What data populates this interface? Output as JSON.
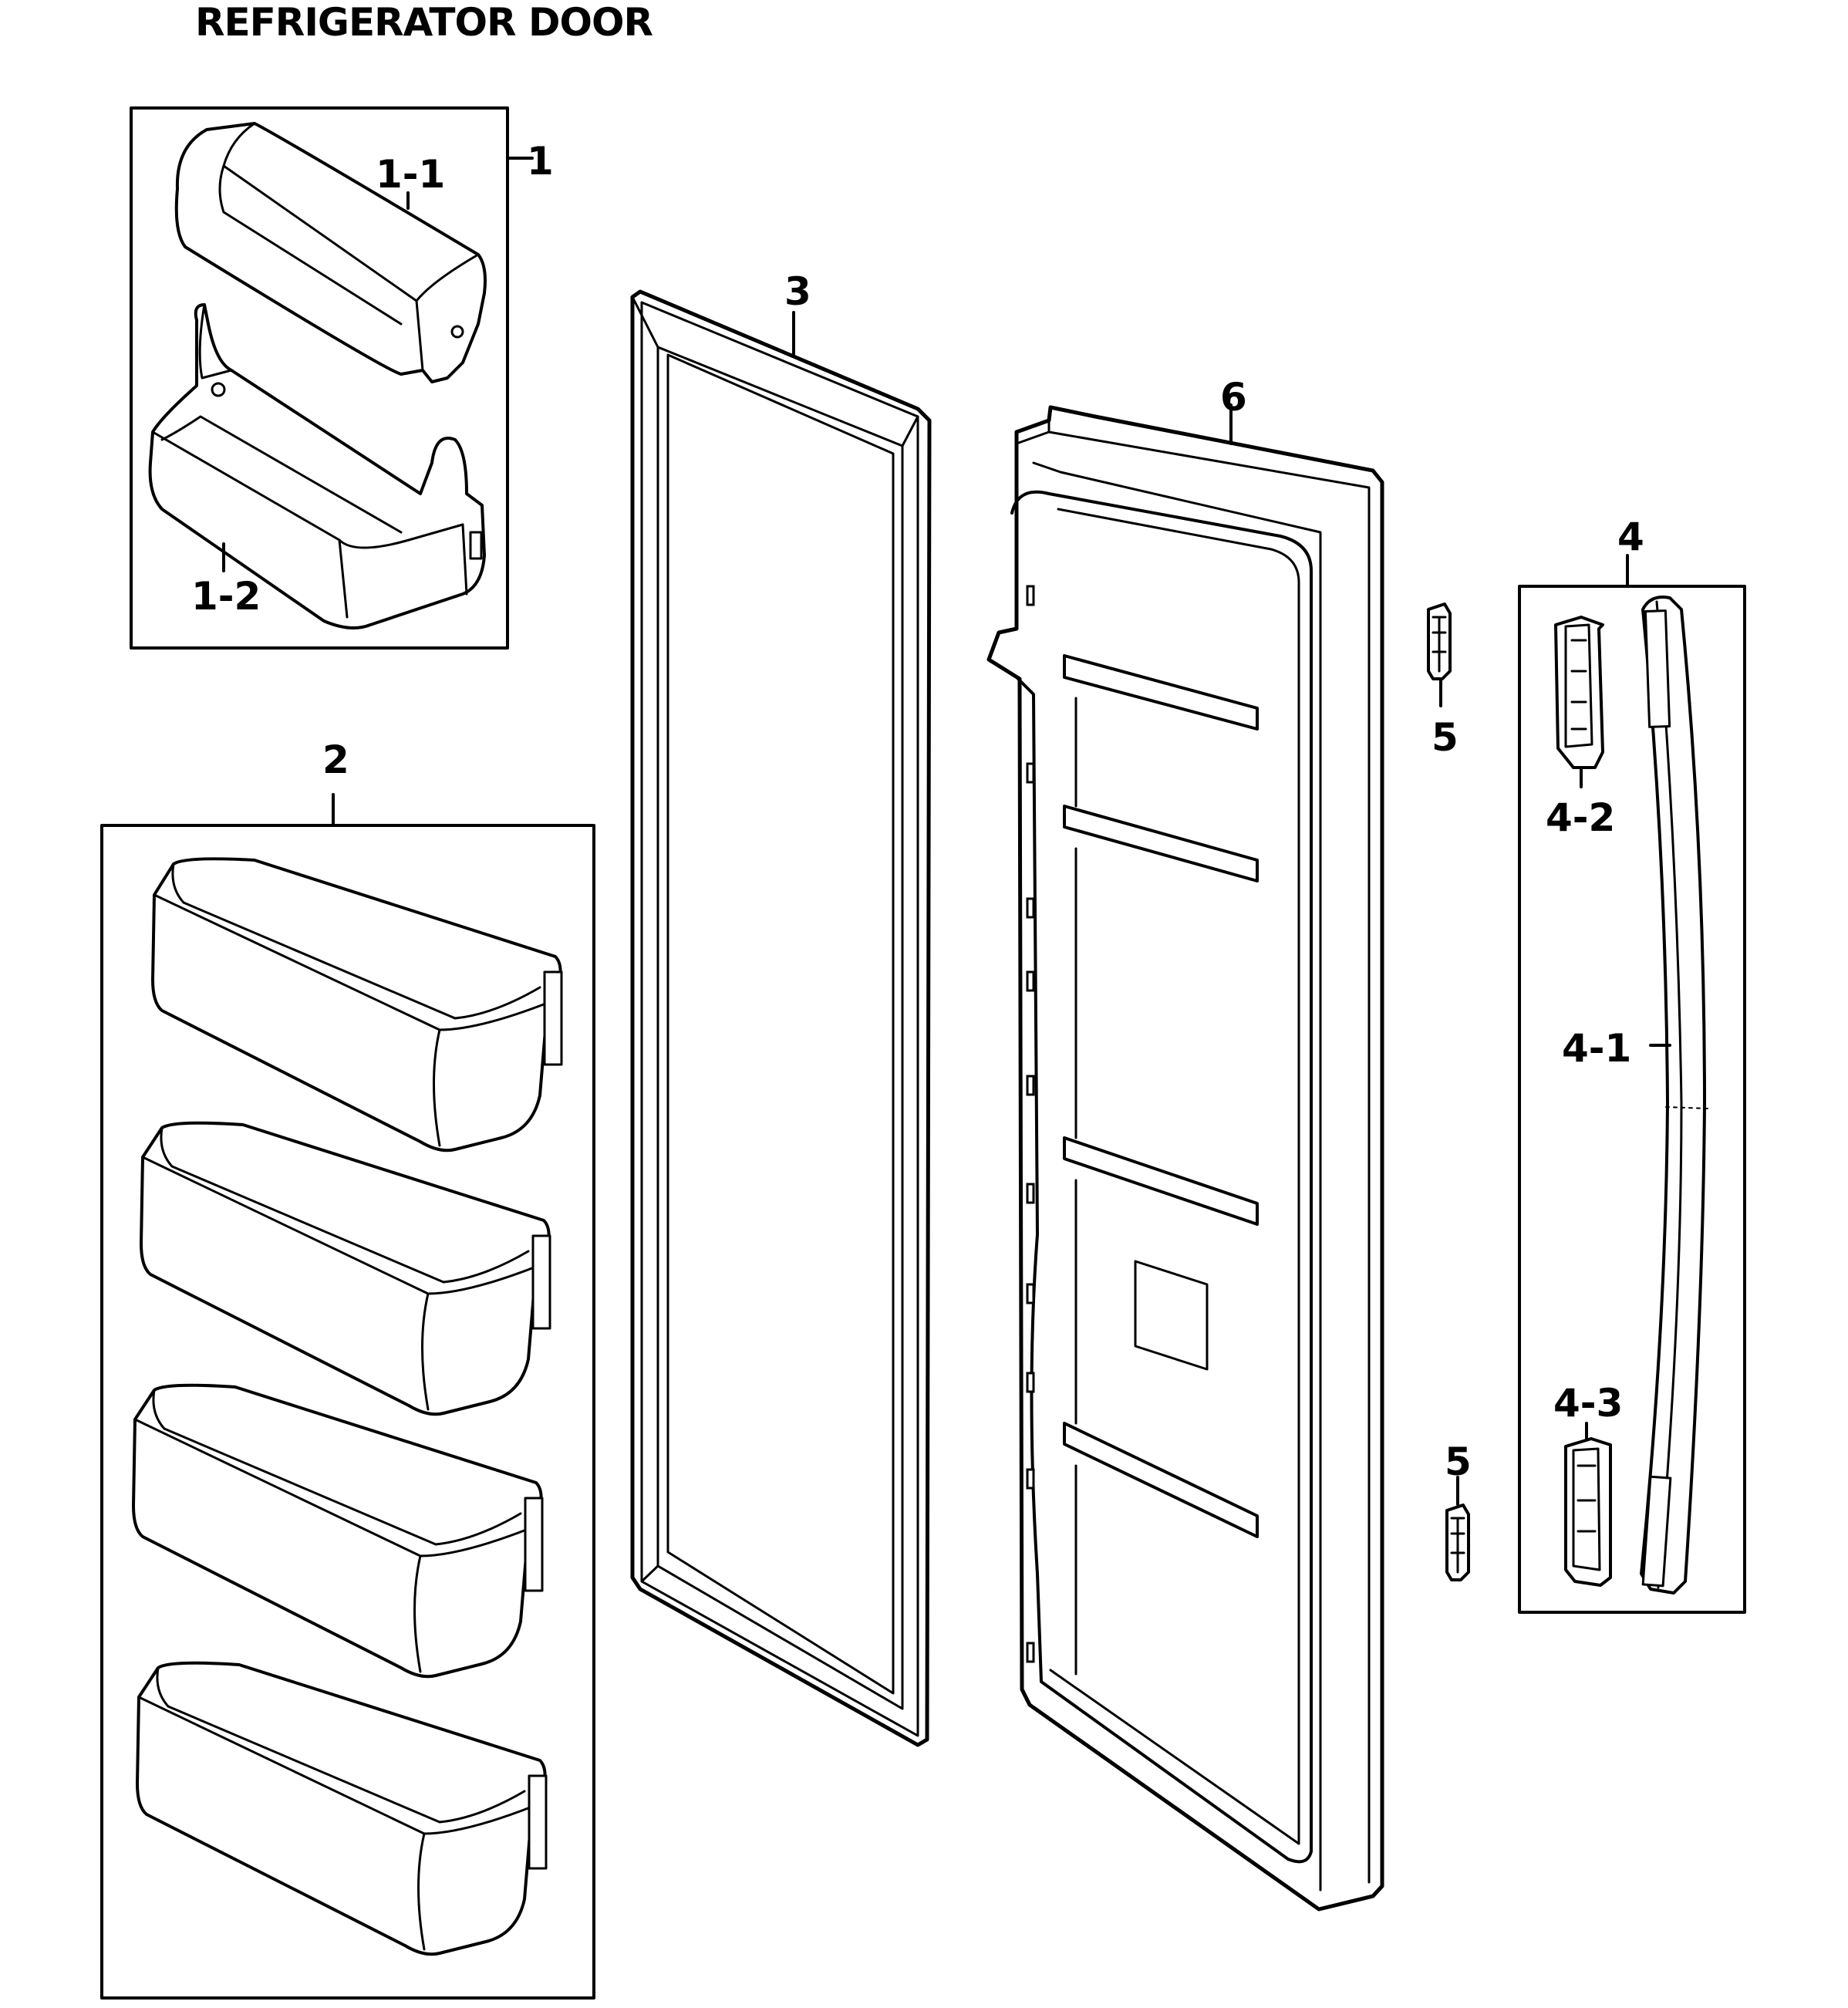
{
  "title": "REFRIGERATOR DOOR",
  "callouts": {
    "c1": "1",
    "c1_1": "1-1",
    "c1_2": "1-2",
    "c2": "2",
    "c3": "3",
    "c4": "4",
    "c4_1": "4-1",
    "c4_2": "4-2",
    "c4_3": "4-3",
    "c5_top": "5",
    "c5_bottom": "5",
    "c6": "6"
  }
}
